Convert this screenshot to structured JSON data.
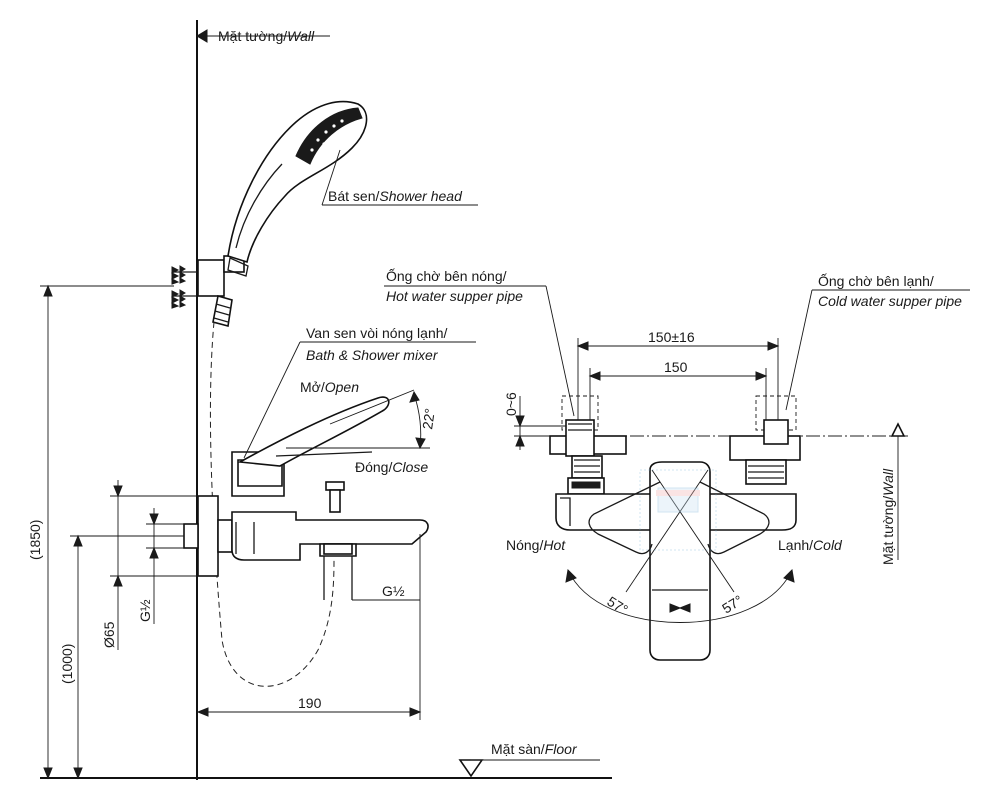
{
  "labels": {
    "wall_top": {
      "vi": "Mặt tường/",
      "en": "Wall"
    },
    "shower_head": {
      "vi": "Bát sen/",
      "en": "Shower head"
    },
    "mixer_line1": "Van sen vòi nóng lạnh/",
    "mixer_line2": "Bath & Shower mixer",
    "open": {
      "vi": "Mở/",
      "en": "Open"
    },
    "close": {
      "vi": "Đóng/",
      "en": "Close"
    },
    "hot_pipe_line1": "Ống chờ bên nóng/",
    "hot_pipe_line2": "Hot water supper pipe",
    "cold_pipe_line1": "Ống chờ bên lạnh/",
    "cold_pipe_line2": "Cold water supper pipe",
    "hot": {
      "vi": "Nóng/",
      "en": "Hot"
    },
    "cold": {
      "vi": "Lạnh/",
      "en": "Cold"
    },
    "wall_side": {
      "vi": "Mặt tường/",
      "en": "Wall"
    },
    "floor": {
      "vi": "Mặt sàn/",
      "en": "Floor"
    }
  },
  "dimensions": {
    "angle_handle": "22°",
    "angle_left": "57°",
    "angle_right": "57°",
    "gap": "0~6",
    "width_tol": "150±16",
    "width": "150",
    "height_total": "(1850)",
    "height_mixer": "(1000)",
    "diameter": "Ø65",
    "thread_inlet": "G½",
    "thread_outlet": "G½",
    "depth": "190"
  }
}
